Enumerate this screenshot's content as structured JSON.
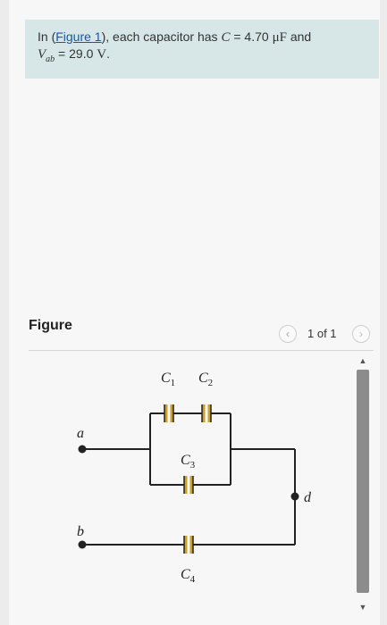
{
  "prompt": {
    "text_before_link": "In (",
    "link_text": "Figure 1",
    "text_after_link": "), each capacitor has ",
    "cap_symbol": "C",
    "equals": " = 4.70 ",
    "cap_unit": "μF",
    "and_text": " and",
    "v_symbol": "V",
    "v_subscript": "ab",
    "v_value": " = 29.0 ",
    "v_unit": "V",
    "period": "."
  },
  "figure_panel": {
    "title": "Figure",
    "prev_icon": "‹",
    "next_icon": "›",
    "page_count": "1 of 1"
  },
  "circuit": {
    "node_a": "a",
    "node_b": "b",
    "node_d": "d",
    "c1": {
      "symbol": "C",
      "sub": "1"
    },
    "c2": {
      "symbol": "C",
      "sub": "2"
    },
    "c3": {
      "symbol": "C",
      "sub": "3"
    },
    "c4": {
      "symbol": "C",
      "sub": "4"
    },
    "plate_color": "#c9a227",
    "wire_color": "#222222"
  },
  "scrollbar": {
    "up_icon": "▲",
    "down_icon": "▼"
  }
}
